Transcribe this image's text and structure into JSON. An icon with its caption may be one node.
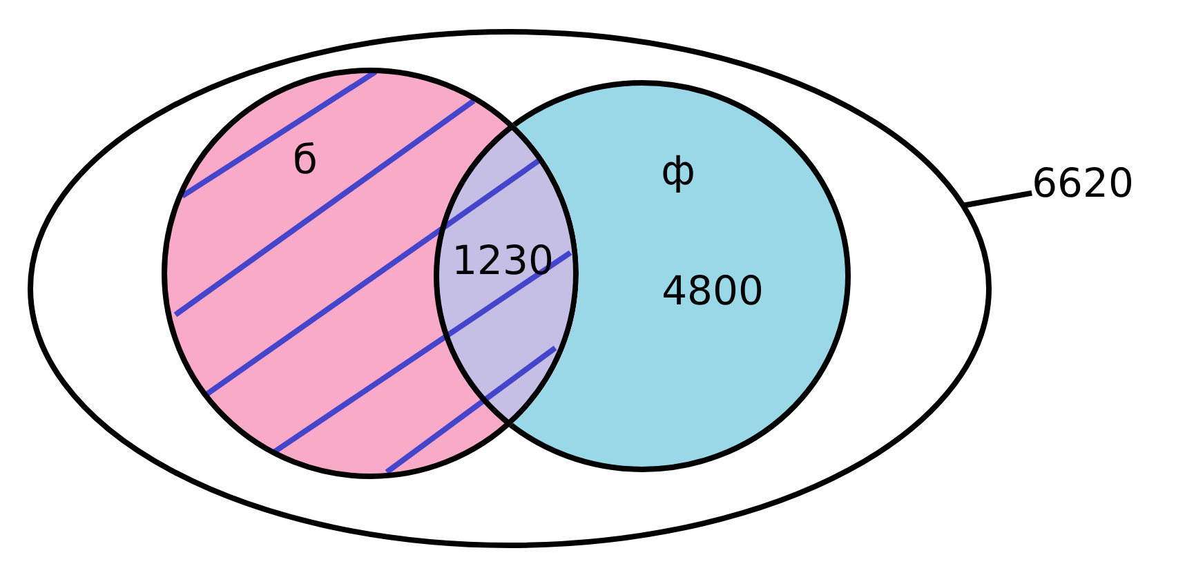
{
  "diagram": {
    "nodes": [
      {
        "text": [],
        "shape": "ellipse"
      },
      {
        "text": [
          "б"
        ],
        "in": 0
      },
      {
        "text": [
          "ф",
          "4800"
        ],
        "in": 0
      },
      {
        "text": [
          "6620"
        ]
      }
    ],
    "edges": [
      {
        "from": 3,
        "to": 0,
        "arrow": "none"
      }
    ],
    "labels": [
      "1230"
    ]
  }
}
